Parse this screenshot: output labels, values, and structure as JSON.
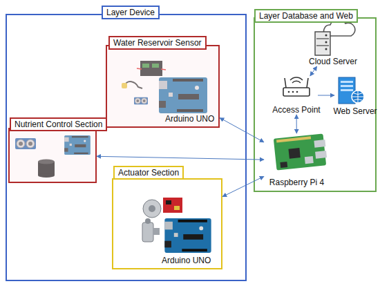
{
  "diagram": {
    "nodes": [
      {
        "text": [
          "Layer Device"
        ]
      },
      {
        "text": [
          "Water Reservoir Sensor",
          "Arduino UNO"
        ],
        "in": 0
      },
      {
        "text": [
          "Nutrient Control Section"
        ],
        "in": 0
      },
      {
        "text": [
          "Actuator Section",
          "Arduino UNO"
        ],
        "in": 0
      },
      {
        "text": [
          "Layer Database and Web"
        ]
      },
      {
        "text": [
          "Cloud Server"
        ],
        "in": 4
      },
      {
        "text": [
          "Access Point"
        ],
        "in": 4
      },
      {
        "text": [
          "Web Server"
        ],
        "in": 4
      },
      {
        "text": [
          "Raspberry Pi 4"
        ],
        "in": 4
      }
    ],
    "edges": [
      {
        "from": 6,
        "to": 5,
        "arrow": "both"
      },
      {
        "from": 6,
        "to": 7,
        "arrow": "to"
      },
      {
        "from": 6,
        "to": 8,
        "arrow": "both"
      },
      {
        "from": 8,
        "to": 1,
        "arrow": "both"
      },
      {
        "from": 8,
        "to": 2,
        "arrow": "both"
      },
      {
        "from": 8,
        "to": 3,
        "arrow": "both"
      }
    ]
  }
}
